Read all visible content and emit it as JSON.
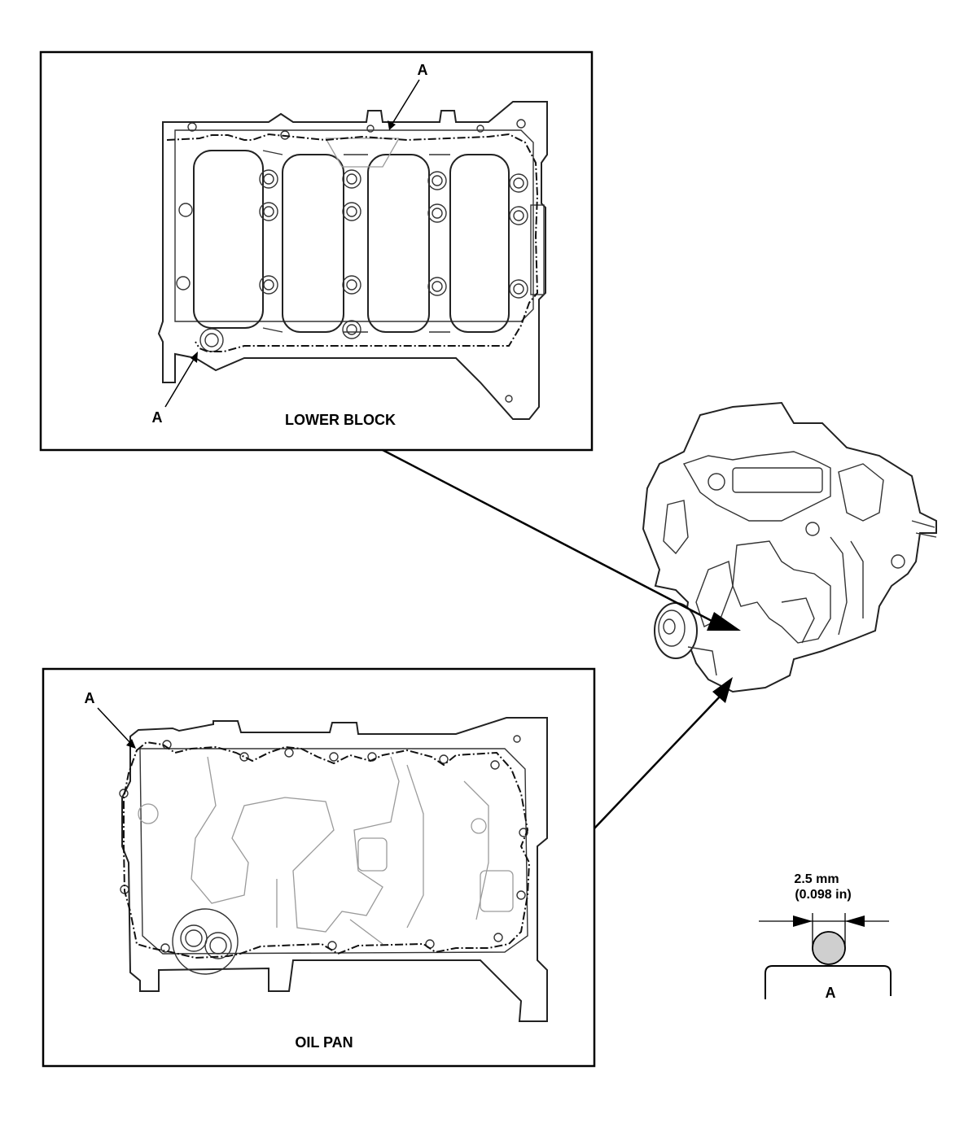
{
  "lower_block": {
    "title": "LOWER BLOCK",
    "callout_top": "A",
    "callout_bottom": "A"
  },
  "oil_pan": {
    "title": "OIL PAN",
    "callout": "A"
  },
  "bead_detail": {
    "dimension_mm": "2.5 mm",
    "dimension_in": "(0.098 in)",
    "surface_label": "A",
    "bead_color": "#cfcfcf"
  }
}
